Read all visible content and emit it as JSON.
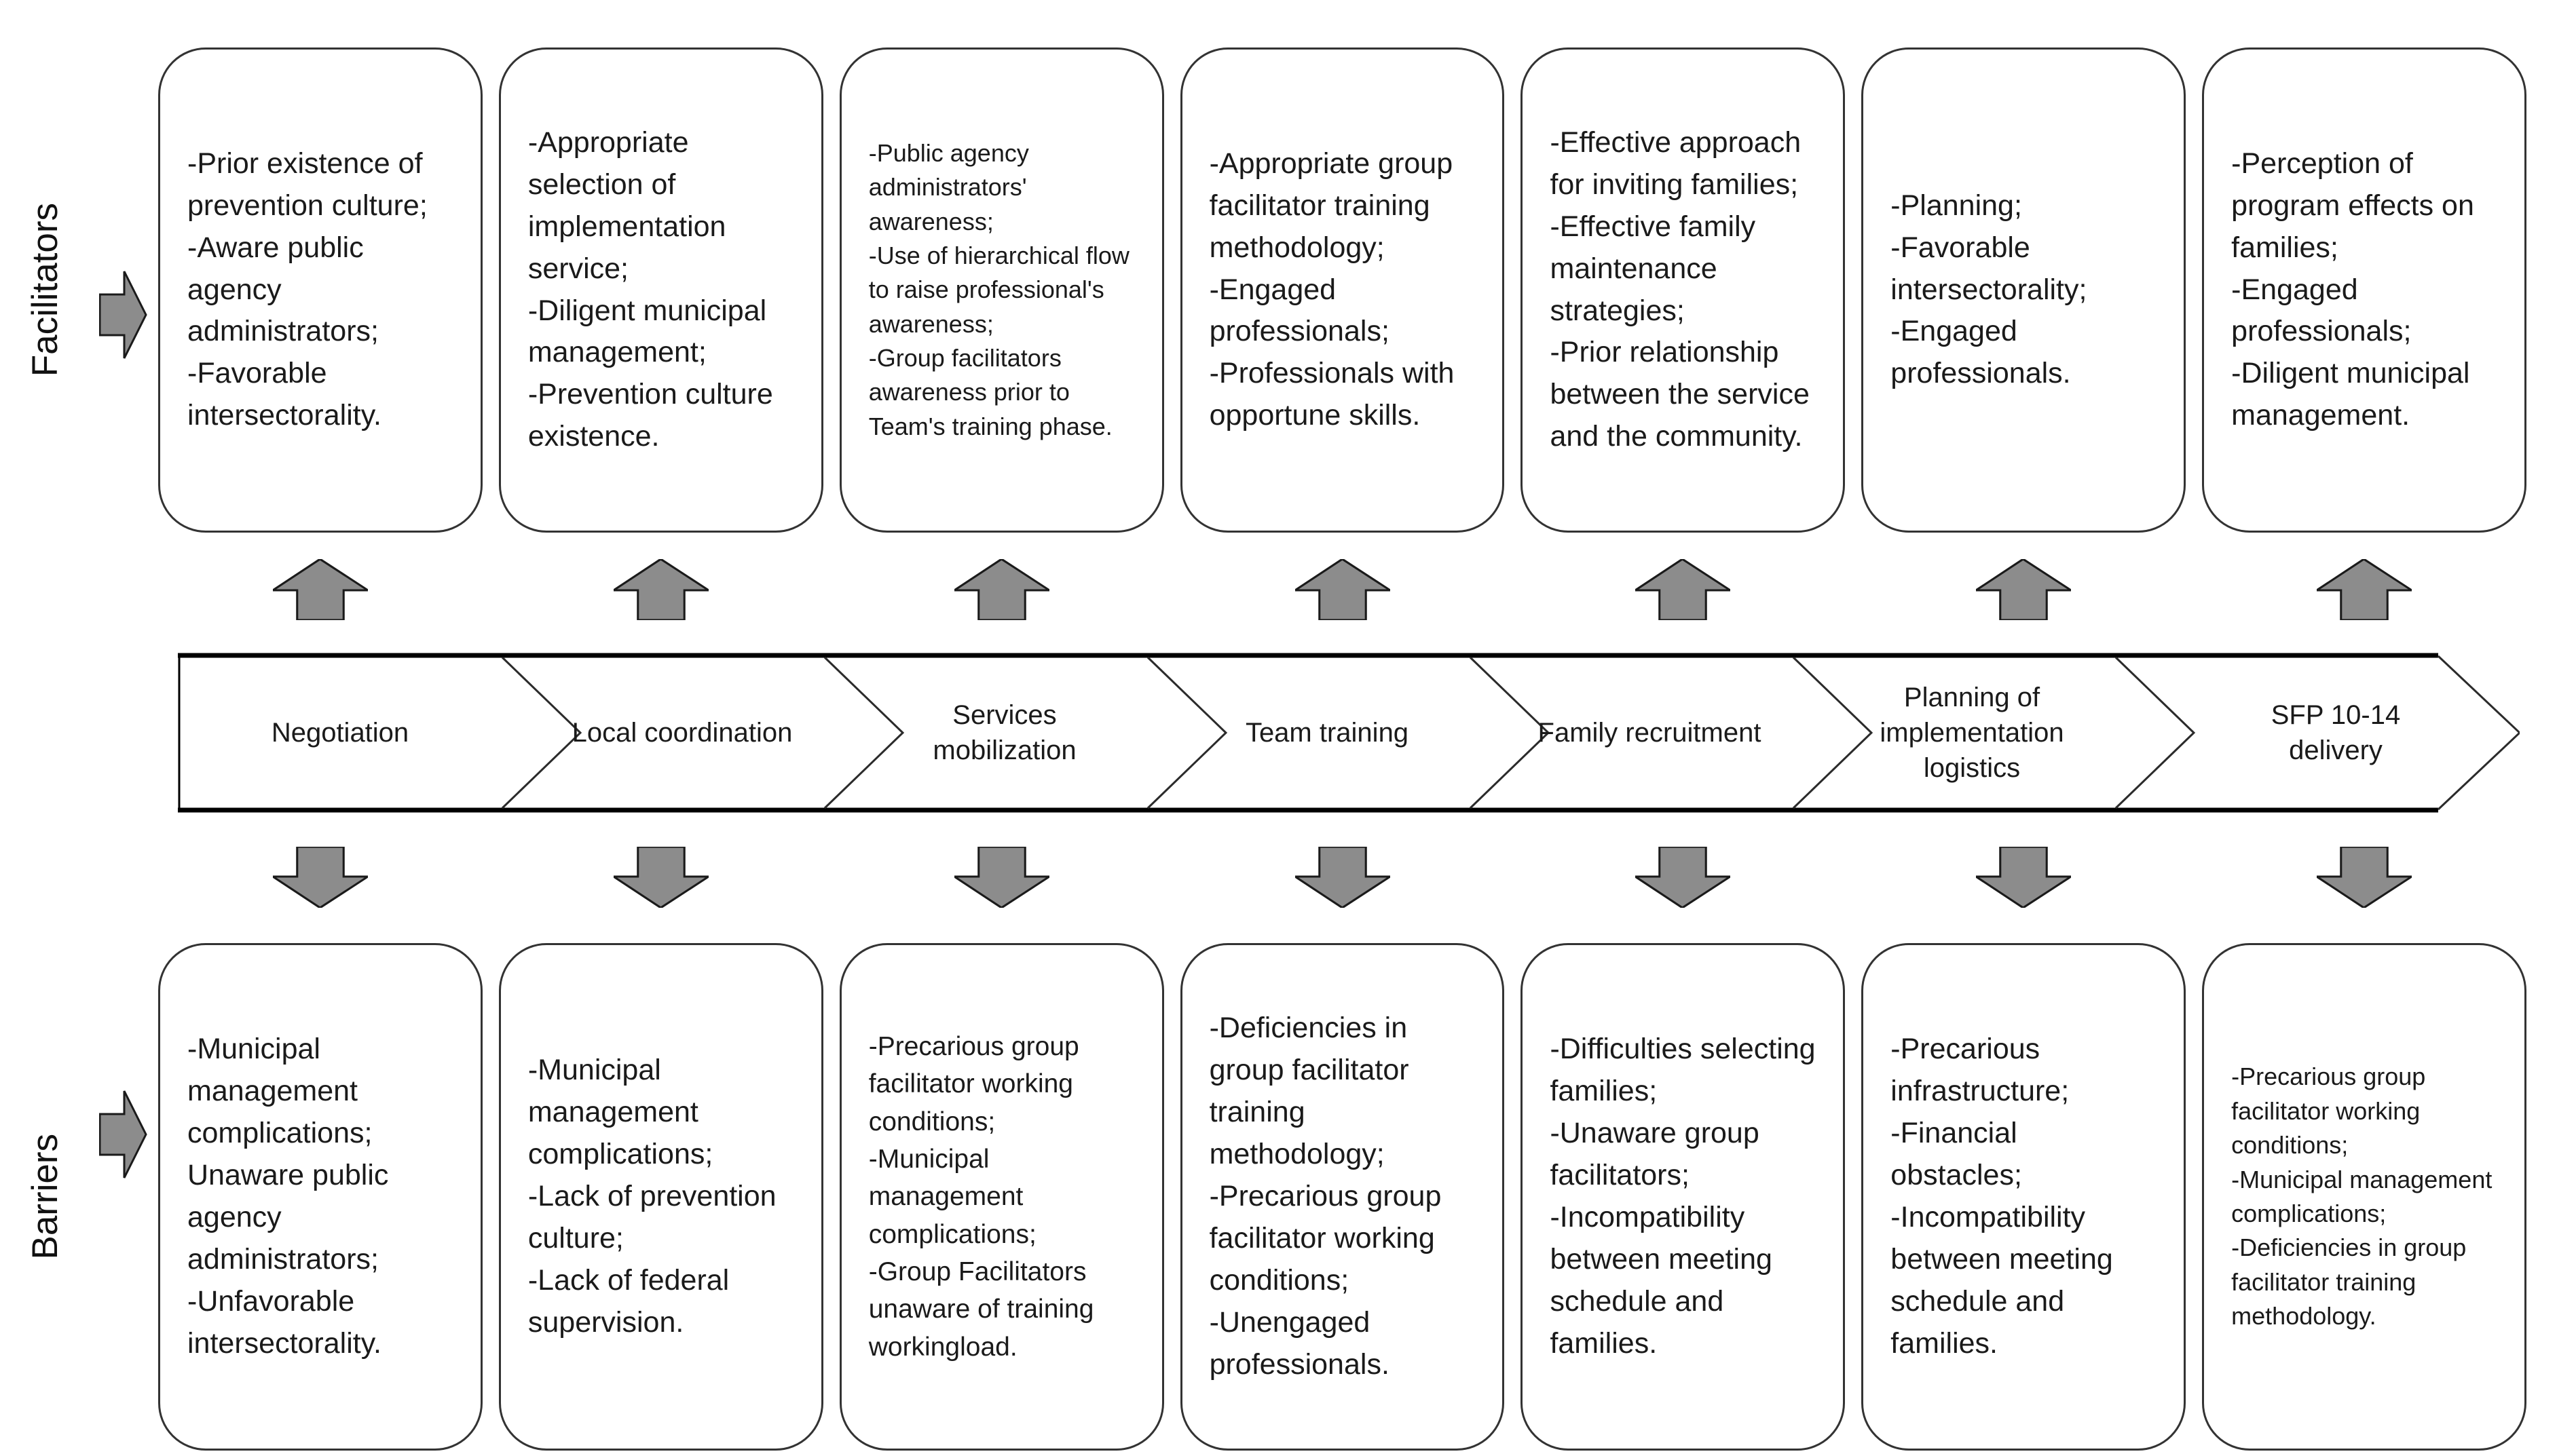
{
  "figure": {
    "facilitators_label": "Facilitators",
    "barriers_label": "Barriers"
  },
  "colors": {
    "arrow_fill": "#8c8c8c",
    "arrow_outline": "#1a1a1a",
    "box_border": "#333333",
    "band_border": "#000000",
    "text": "#1a1a1a"
  },
  "phases": [
    {
      "label": "Negotiation",
      "facilitators": [
        "-Prior existence of prevention culture;",
        "-Aware public agency administrators;",
        "-Favorable intersectorality."
      ],
      "barriers": [
        "-Municipal management complications;",
        "Unaware public agency administrators;",
        "-Unfavorable intersectorality."
      ]
    },
    {
      "label": "Local coordination",
      "facilitators": [
        "-Appropriate selection of implementation service;",
        "-Diligent municipal management;",
        "-Prevention culture existence."
      ],
      "barriers": [
        "-Municipal management complications;",
        "-Lack of prevention culture;",
        "-Lack of federal supervision."
      ]
    },
    {
      "label": "Services mobilization",
      "facilitators": [
        "-Public agency administrators' awareness;",
        "-Use of hierarchical flow to raise professional's awareness;",
        "-Group facilitators awareness prior to Team's  training phase."
      ],
      "barriers": [
        "-Precarious group facilitator working conditions;",
        "-Municipal management complications;",
        "-Group Facilitators unaware of training workingload."
      ]
    },
    {
      "label": "Team training",
      "facilitators": [
        "-Appropriate group facilitator training methodology;",
        "-Engaged professionals;",
        "-Professionals with opportune skills."
      ],
      "barriers": [
        "-Deficiencies in group facilitator training methodology;",
        "-Precarious group facilitator working conditions;",
        "-Unengaged professionals."
      ]
    },
    {
      "label": "Family recruitment",
      "facilitators": [
        "-Effective approach for inviting families;",
        "-Effective family maintenance strategies;",
        "-Prior relationship between the service and the community."
      ],
      "barriers": [
        "-Difficulties selecting families;",
        "-Unaware group facilitators;",
        "-Incompatibility between meeting schedule and families."
      ]
    },
    {
      "label": "Planning of implementation logistics",
      "facilitators": [
        "-Planning;",
        "-Favorable intersectorality;",
        "-Engaged professionals."
      ],
      "barriers": [
        "-Precarious infrastructure;",
        "-Financial obstacles;",
        "-Incompatibility between meeting schedule and families."
      ]
    },
    {
      "label": "SFP 10-14 delivery",
      "facilitators": [
        "-Perception of program effects on families;",
        "-Engaged professionals;",
        "-Diligent municipal management."
      ],
      "barriers": [
        "-Precarious group facilitator working conditions;",
        "-Municipal management complications;",
        "-Deficiencies in group facilitator training methodology."
      ]
    }
  ]
}
